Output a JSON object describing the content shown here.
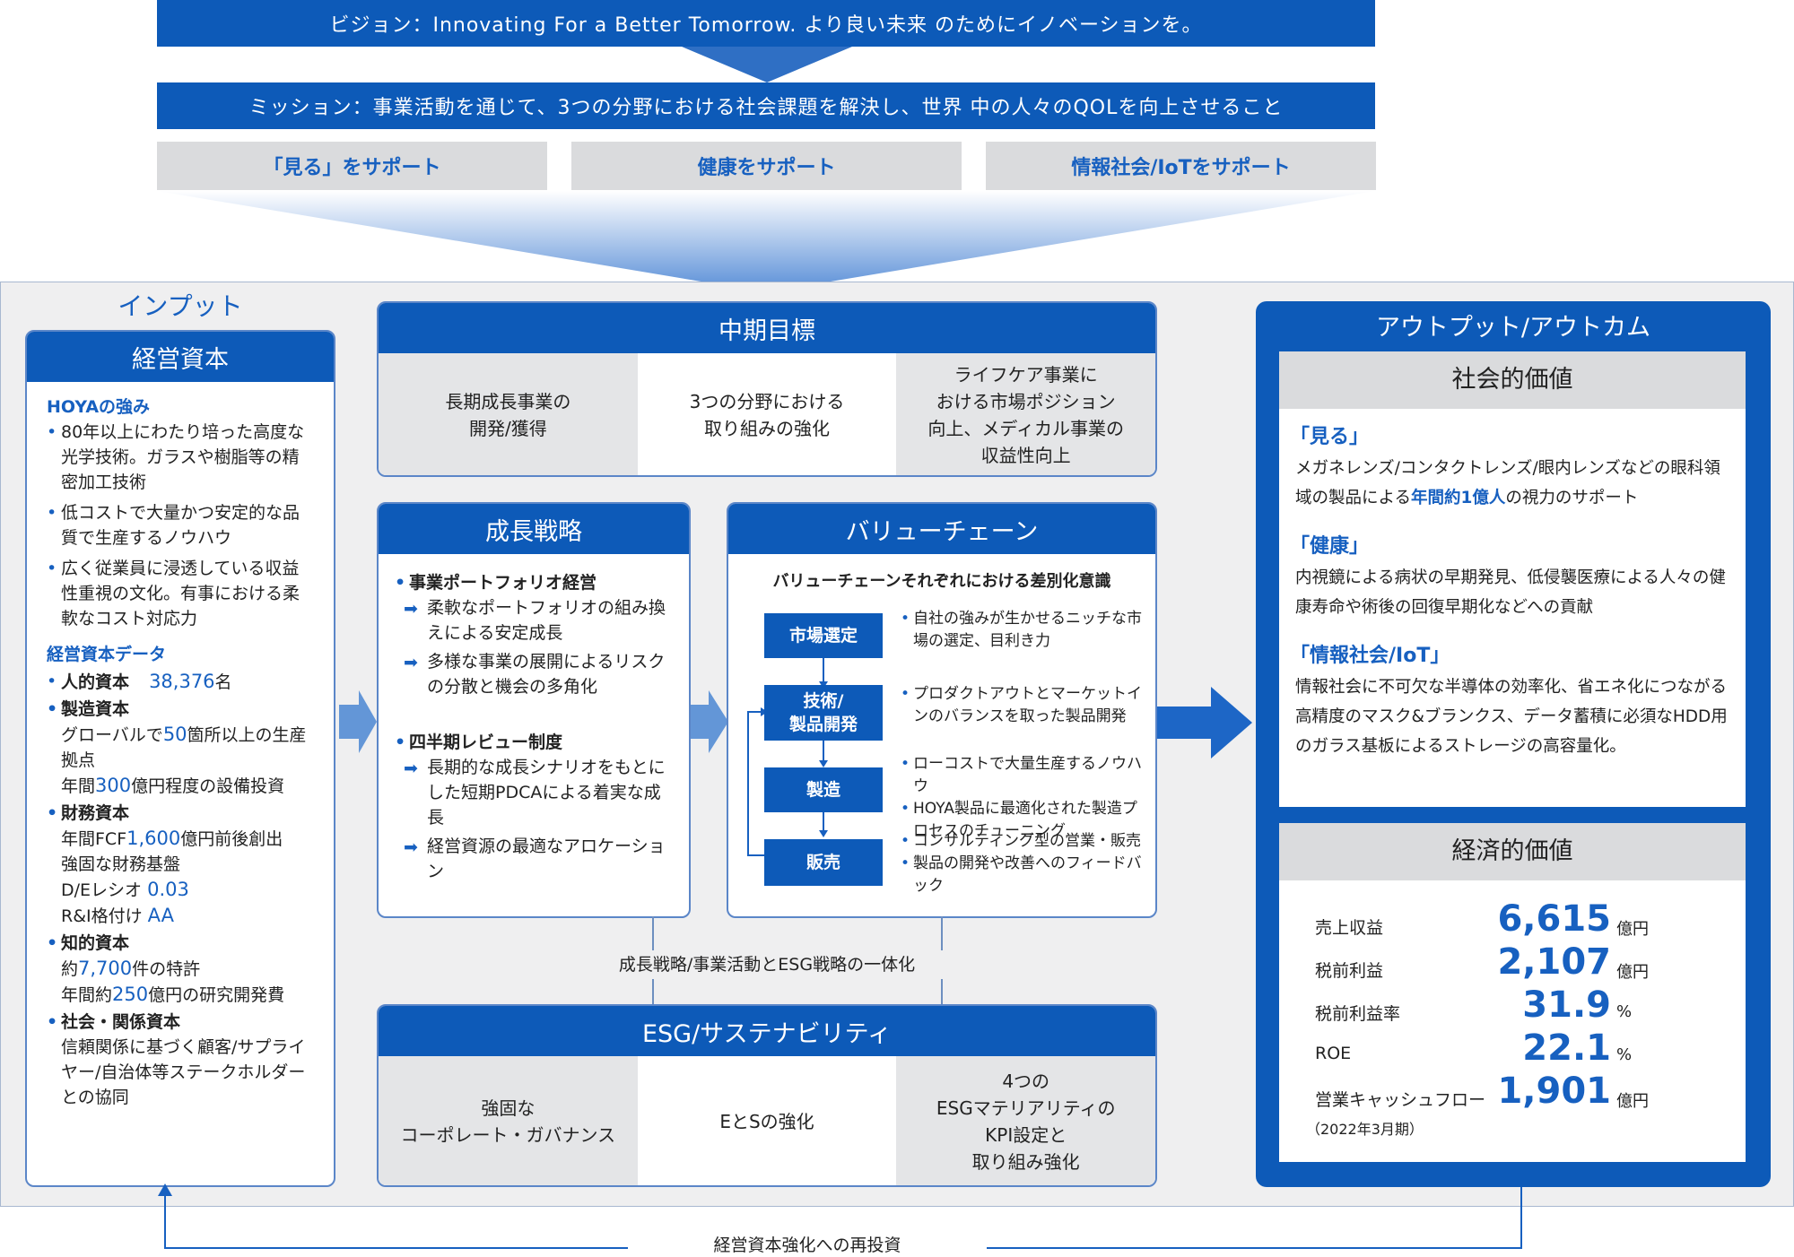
{
  "top": {
    "vision": "ビジョン：Innovating For a Better Tomorrow. より良い未来 のためにイノベーションを。",
    "mission": "ミッション：事業活動を通じて、3つの分野における社会課題を解決し、世界 中の人々のQOLを向上させること",
    "supports": [
      "「見る」をサポート",
      "健康をサポート",
      "情報社会/IoTをサポート"
    ]
  },
  "input": {
    "heading": "インプット",
    "panel_title": "経営資本",
    "strengths_title": "HOYAの強み",
    "strengths": [
      "80年以上にわたり培った高度な光学技術。ガラスや樹脂等の精密加工技術",
      "低コストで大量かつ安定的な品質で生産するノウハウ",
      "広く従業員に浸透している収益性重視の文化。有事における柔軟なコスト対応力"
    ],
    "data_title": "経営資本データ",
    "human": {
      "label": "人的資本",
      "value": "38,376",
      "unit": "名"
    },
    "manufacturing": {
      "label": "製造資本",
      "l1a": "グローバルで",
      "l1n": "50",
      "l1b": "箇所以上の生産拠点",
      "l2a": "年間",
      "l2n": "300",
      "l2b": "億円程度の設備投資"
    },
    "financial": {
      "label": "財務資本",
      "l1a": "年間FCF",
      "l1n": "1,600",
      "l1b": "億円前後創出",
      "l2": "強固な財務基盤",
      "l3a": "D/Eレシオ ",
      "l3n": "0.03",
      "l4a": "R&I格付け ",
      "l4n": "AA"
    },
    "intellectual": {
      "label": "知的資本",
      "l1a": "約",
      "l1n": "7,700",
      "l1b": "件の特許",
      "l2a": "年間約",
      "l2n": "250",
      "l2b": "億円の研究開発費"
    },
    "social": {
      "label": "社会・関係資本",
      "text": "信頼関係に基づく顧客/サプライヤー/自治体等ステークホルダーとの協同"
    }
  },
  "midterm": {
    "title": "中期目標",
    "items": [
      "長期成長事業の\n開発/獲得",
      "3つの分野における\n取り組みの強化",
      "ライフケア事業に\nおける市場ポジション\n向上、メディカル事業の\n収益性向上"
    ]
  },
  "growth": {
    "title": "成長戦略",
    "s1_title": "事業ポートフォリオ経営",
    "s1_items": [
      "柔軟なポートフォリオの組み換えによる安定成長",
      "多様な事業の展開によるリスクの分散と機会の多角化"
    ],
    "s2_title": "四半期レビュー制度",
    "s2_items": [
      "長期的な成長シナリオをもとにした短期PDCAによる着実な成長",
      "経営資源の最適なアロケーション"
    ]
  },
  "valuechain": {
    "title": "バリューチェーン",
    "subtitle": "バリューチェーンそれぞれにおける差別化意識",
    "steps": [
      "市場選定",
      "技術/\n製品開発",
      "製造",
      "販売"
    ],
    "desc": [
      [
        "自社の強みが生かせるニッチな市場の選定、目利き力"
      ],
      [
        "プロダクトアウトとマーケットインのバランスを取った製品開発"
      ],
      [
        "ローコストで大量生産するノウハウ",
        "HOYA製品に最適化された製造プロセスのチューニング"
      ],
      [
        "コンサルティング型の営業・販売",
        "製品の開発や改善へのフィードバック"
      ]
    ]
  },
  "integration_label": "成長戦略/事業活動とESG戦略の一体化",
  "esg": {
    "title": "ESG/サステナビリティ",
    "items": [
      "強固な\nコーポレート・ガバナンス",
      "EとSの強化",
      "4つの\nESGマテリアリティの\nKPI設定と\n取り組み強化"
    ]
  },
  "output": {
    "title": "アウトプット/アウトカム",
    "social_title": "社会的価値",
    "social": [
      {
        "head": "「見る」",
        "pre": "メガネレンズ/コンタクトレンズ/眼内レンズなどの眼科領域の製品による",
        "hl": "年間約1億人",
        "post": "の視力のサポート"
      },
      {
        "head": "「健康」",
        "pre": "内視鏡による病状の早期発見、低侵襲医療による人々の健康寿命や術後の回復早期化などへの貢献",
        "hl": "",
        "post": ""
      },
      {
        "head": "「情報社会/IoT」",
        "pre": "情報社会に不可欠な半導体の効率化、省エネ化につながる高精度のマスク&ブランクス、データ蓄積に必須なHDD用のガラス基板によるストレージの高容量化。",
        "hl": "",
        "post": ""
      }
    ],
    "econ_title": "経済的価値",
    "econ": [
      {
        "label": "売上収益",
        "value": "6,615",
        "unit": "億円"
      },
      {
        "label": "税前利益",
        "value": "2,107",
        "unit": "億円"
      },
      {
        "label": "税前利益率",
        "value": "31.9",
        "unit": "%"
      },
      {
        "label": "ROE",
        "value": "22.1",
        "unit": "%"
      },
      {
        "label": "営業キャッシュフロー",
        "value": "1,901",
        "unit": "億円"
      }
    ],
    "period": "（2022年3月期）"
  },
  "reinvest": "経営資本強化への再投資"
}
